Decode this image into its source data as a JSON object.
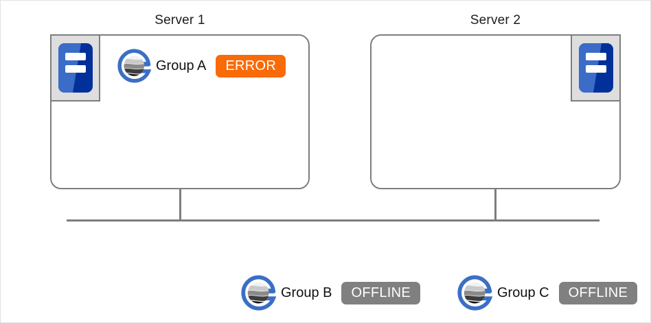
{
  "servers": [
    {
      "title": "Server 1",
      "icon": "server-chassis-icon",
      "icon_side": "left",
      "groups": [
        {
          "logo": "gluster-globe-icon",
          "label": "Group A",
          "status": "ERROR",
          "status_color": "#f96a09"
        }
      ]
    },
    {
      "title": "Server 2",
      "icon": "server-chassis-icon",
      "icon_side": "right",
      "groups": []
    }
  ],
  "detached_groups": [
    {
      "logo": "gluster-globe-icon",
      "label": "Group B",
      "status": "OFFLINE",
      "status_color": "#808080"
    },
    {
      "logo": "gluster-globe-icon",
      "label": "Group C",
      "status": "OFFLINE",
      "status_color": "#808080"
    }
  ],
  "colors": {
    "panel_border": "#7d7d7d",
    "bus_line": "#7d7d7d",
    "icon_box_fill": "#dedede",
    "server_icon_blue_light": "#3a6cc8",
    "server_icon_blue_dark": "#01309a",
    "logo_ring_blue": "#3b6fc4",
    "status_error": "#f96a09",
    "status_offline": "#808080",
    "background": "#ffffff"
  }
}
